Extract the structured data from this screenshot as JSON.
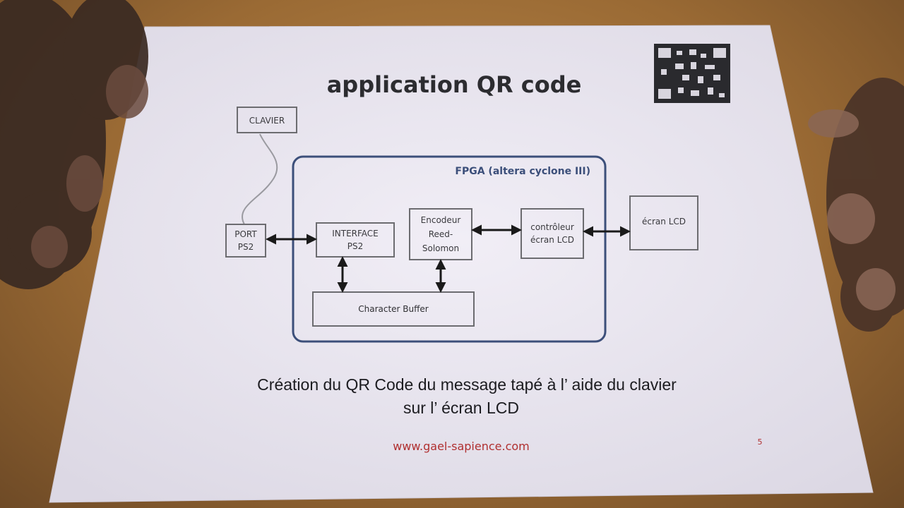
{
  "slide": {
    "title": "application QR code",
    "fpga_label": "FPGA (altera cyclone III)",
    "blocks": {
      "clavier": "CLAVIER",
      "port_line1": "PORT",
      "port_line2": "PS2",
      "interface_line1": "INTERFACE",
      "interface_line2": "PS2",
      "encodeur_line1": "Encodeur",
      "encodeur_line2": "Reed-",
      "encodeur_line3": "Solomon",
      "controleur_line1": "contrôleur",
      "controleur_line2": "écran LCD",
      "ecran": "écran LCD",
      "buffer": "Character Buffer"
    },
    "caption_line1": "Création du QR Code du message tapé à l’ aide du clavier",
    "caption_line2": "sur l’ écran LCD",
    "url": "www.gael-sapience.com",
    "page_number": "5"
  },
  "colors": {
    "paper": "#ece9f2",
    "table": "#a57540",
    "fpga_border": "#3c4f7a",
    "url": "#b03030"
  }
}
